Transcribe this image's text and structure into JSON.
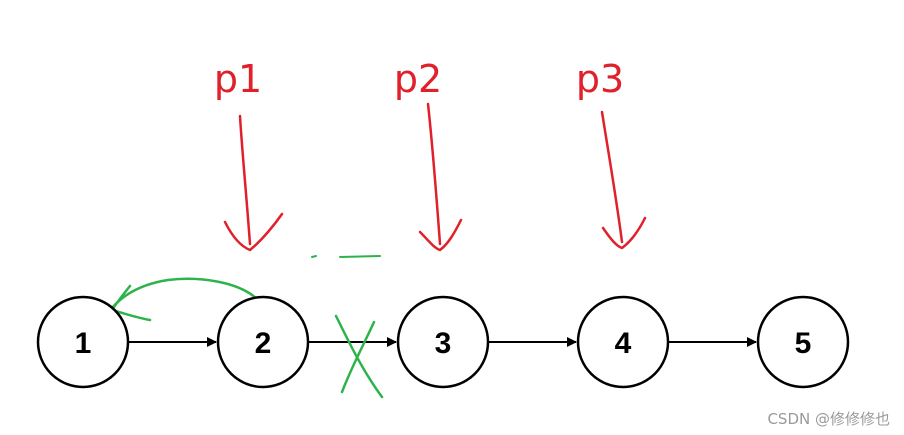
{
  "nodes": [
    {
      "label": "1"
    },
    {
      "label": "2"
    },
    {
      "label": "3"
    },
    {
      "label": "4"
    },
    {
      "label": "5"
    }
  ],
  "pointers": [
    {
      "label": "p1"
    },
    {
      "label": "p2"
    },
    {
      "label": "p3"
    }
  ],
  "watermark": "CSDN @修修修也",
  "colors": {
    "node_stroke": "#000000",
    "annotation_red": "#e0202a",
    "annotation_green": "#2db34a",
    "watermark_gray": "#9a9a9a"
  }
}
